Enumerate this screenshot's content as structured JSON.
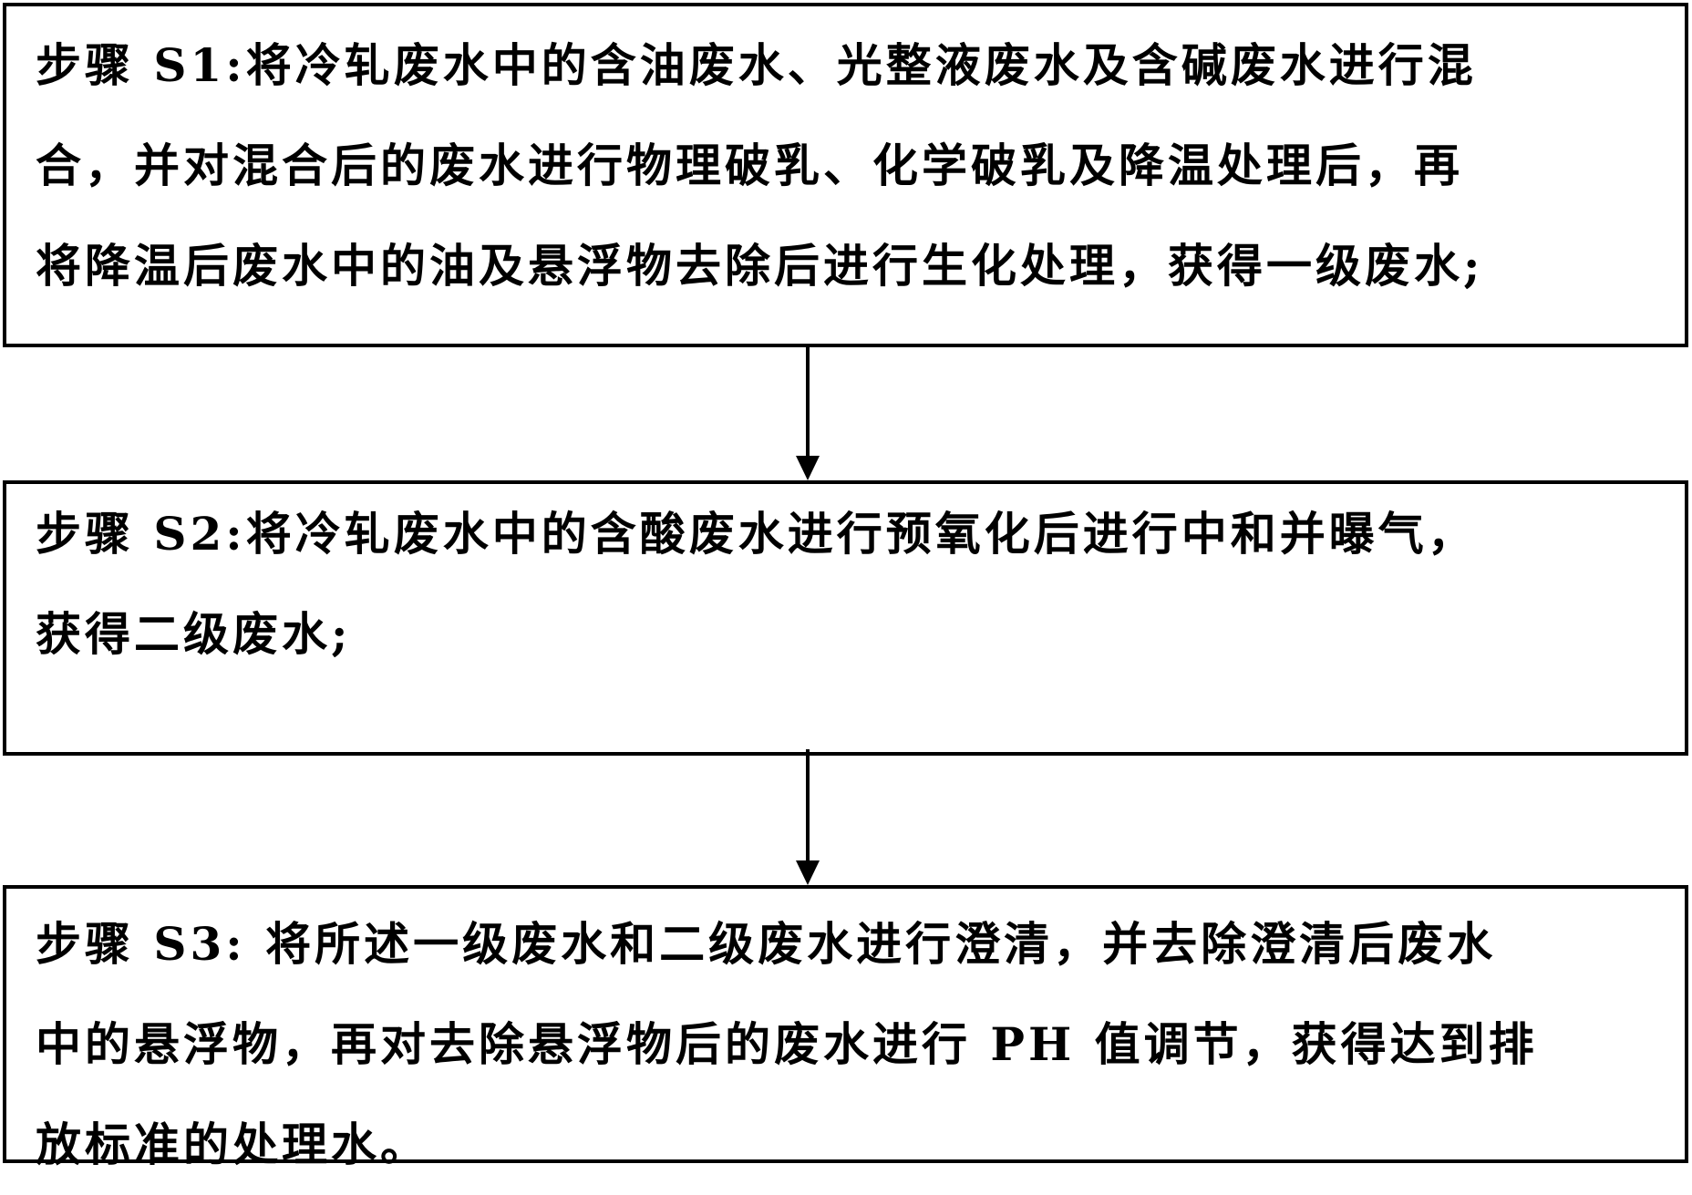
{
  "diagram": {
    "steps": [
      {
        "id": "S1",
        "text": "步骤 S1:将冷轧废水中的含油废水、光整液废水及含碱废水进行混\n合，并对混合后的废水进行物理破乳、化学破乳及降温处理后，再\n将降温后废水中的油及悬浮物去除后进行生化处理，获得一级废水;"
      },
      {
        "id": "S2",
        "text": "步骤 S2:将冷轧废水中的含酸废水进行预氧化后进行中和并曝气，\n获得二级废水;"
      },
      {
        "id": "S3",
        "text": "步骤 S3: 将所述一级废水和二级废水进行澄清，并去除澄清后废水\n中的悬浮物，再对去除悬浮物后的废水进行 PH 值调节，获得达到排\n放标准的处理水。"
      }
    ],
    "connections": [
      {
        "from": "S1",
        "to": "S2"
      },
      {
        "from": "S2",
        "to": "S3"
      }
    ],
    "colors": {
      "stroke": "#000000",
      "background": "#ffffff"
    }
  }
}
